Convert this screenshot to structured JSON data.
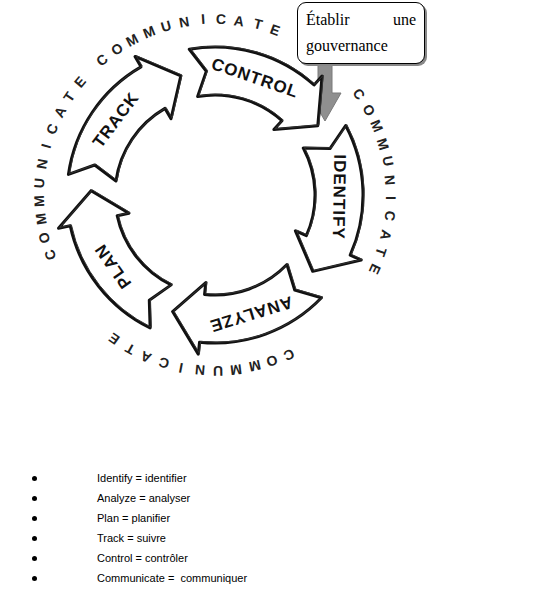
{
  "diagram": {
    "nodes": [
      {
        "text": [
          "Établir une gouvernance"
        ]
      },
      {
        "text": [
          "IDENTIFY"
        ]
      },
      {
        "text": [
          "ANALYZE"
        ]
      },
      {
        "text": [
          "PLAN"
        ]
      },
      {
        "text": [
          "TRACK"
        ]
      },
      {
        "text": [
          "CONTROL"
        ]
      }
    ],
    "edges": [
      {
        "from": 0,
        "to": 1,
        "arrow": "to"
      }
    ],
    "labels": [
      "COMMUNICATE",
      "COMMUNICATE",
      "COMMUNICATE",
      "COMMUNICATE",
      "Identify = identifier",
      "Analyze = analyser",
      "Plan = planifier",
      "Track = suivre",
      "Control = contrôler",
      "Communicate =  communiquer"
    ]
  }
}
